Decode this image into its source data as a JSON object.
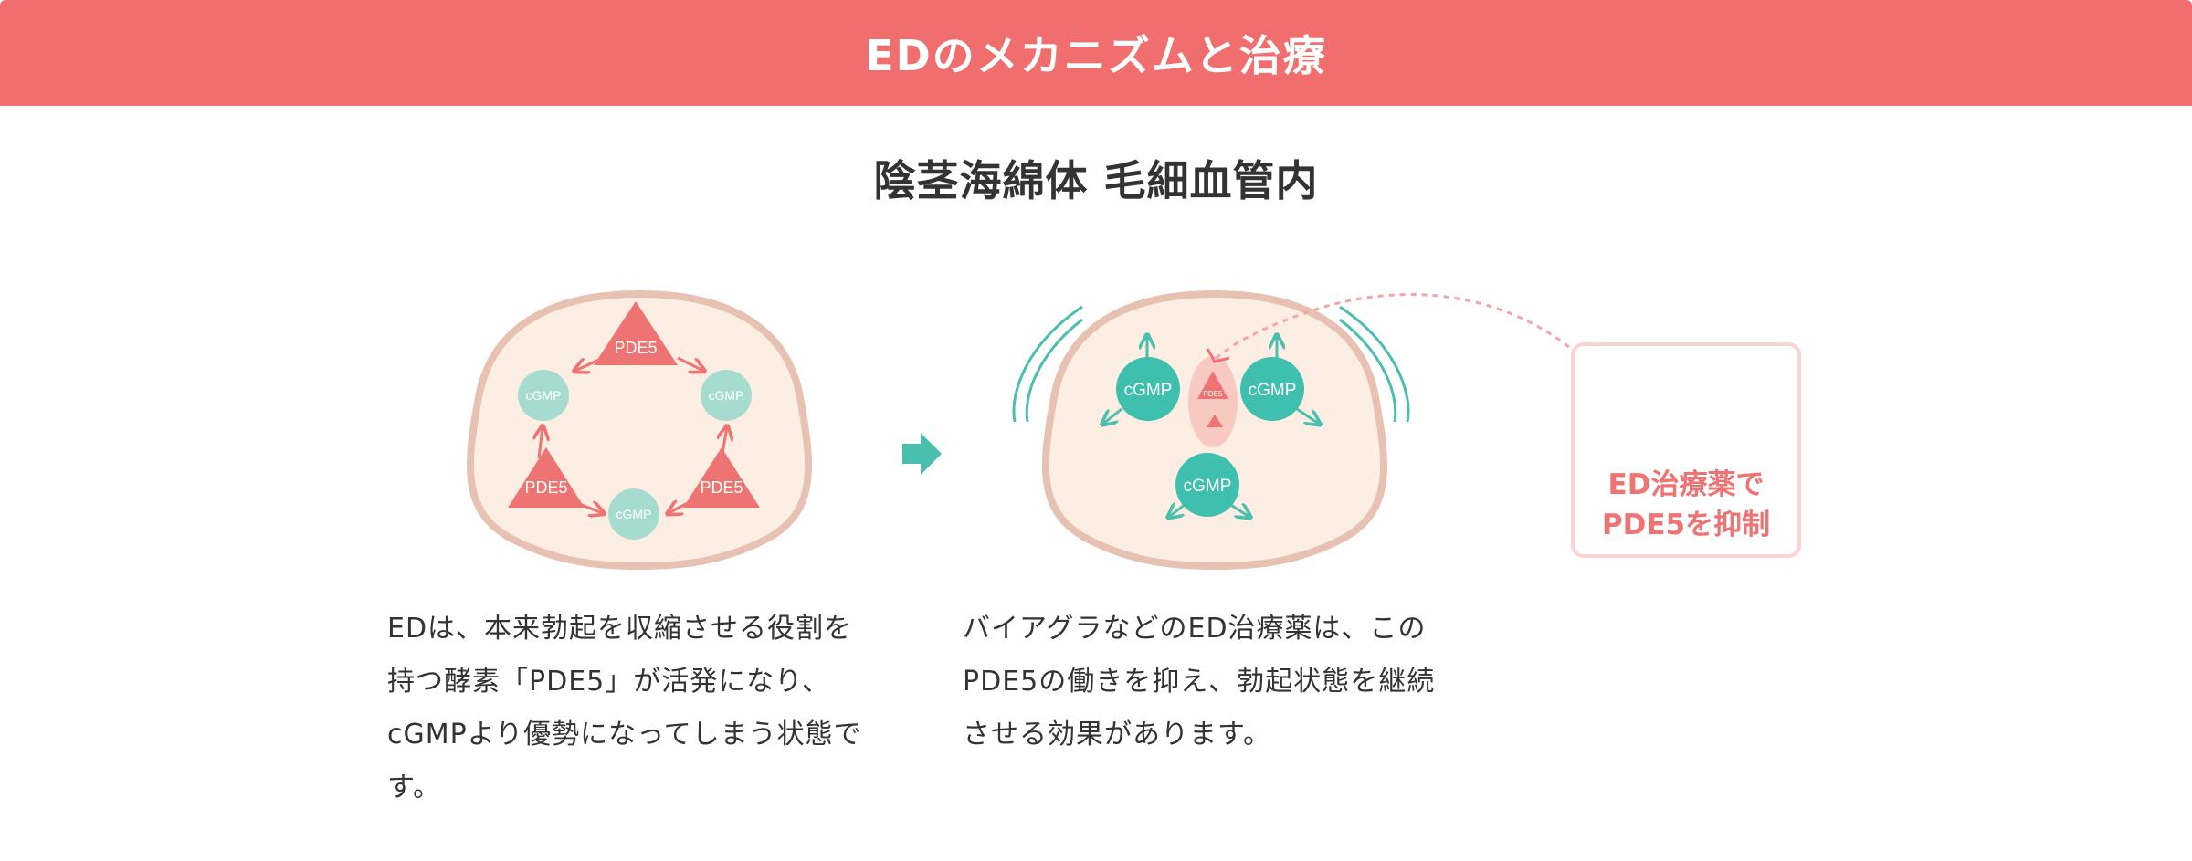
{
  "header": {
    "title": "EDのメカニズムと治療",
    "background": "#f06e6e"
  },
  "subtitle": "陰茎海綿体 毛細血管内",
  "left_diagram": {
    "pde5_labels": [
      "PDE5",
      "PDE5",
      "PDE5"
    ],
    "cgmp_labels": [
      "cGMP",
      "cGMP",
      "cGMP"
    ]
  },
  "right_diagram": {
    "cgmp_labels": [
      "cGMP",
      "cGMP",
      "cGMP"
    ],
    "pde5_label": "PDE5"
  },
  "treatment_box": {
    "icon": "pill-pack-icon",
    "lines": [
      "ED治療薬で",
      "PDE5を抑制"
    ]
  },
  "description_left": [
    "EDは、本来勃起を収縮させる役割を",
    "持つ酵素「PDE5」が活発になり、",
    "cGMPより優勢になってしまう状態で",
    "す。"
  ],
  "description_right": [
    "バイアグラなどのED治療薬は、この",
    "PDE5の働きを抑え、勃起状態を継続",
    "させる効果があります。"
  ],
  "colors": {
    "accent": "#f06e6e",
    "pde5": "#ee7373",
    "cgmp_left": "#a6dccf",
    "cgmp_right": "#3fbfad",
    "vessel_fill": "#fdeee3",
    "vessel_stroke": "#e7c2b3",
    "arrow_teal": "#4bbfae"
  }
}
